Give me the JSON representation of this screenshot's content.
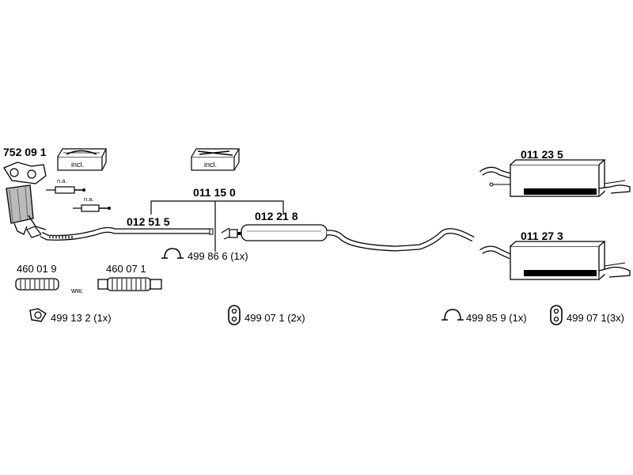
{
  "parts": {
    "catalytic_converter": "752 09 1",
    "front_pipe": "012 51 5",
    "assembly_set": "011 15 0",
    "middle_silencer": "012 21 8",
    "rear_silencer_a": "011 23 5",
    "rear_silencer_b": "011 27 3"
  },
  "flex_pipes": {
    "left": "460 01 9",
    "right": "460 07 1",
    "separator": "ww."
  },
  "incl_label": "incl.",
  "sensor_note": "n.a.",
  "fittings": {
    "clamp_center": "499 86 6 (1x)",
    "gasket_left": "499 13 2 (1x)",
    "hanger_center": "499 07 1 (2x)",
    "clamp_right": "499 85 9 (1x)",
    "hanger_right": "499 07 1(3x)"
  }
}
